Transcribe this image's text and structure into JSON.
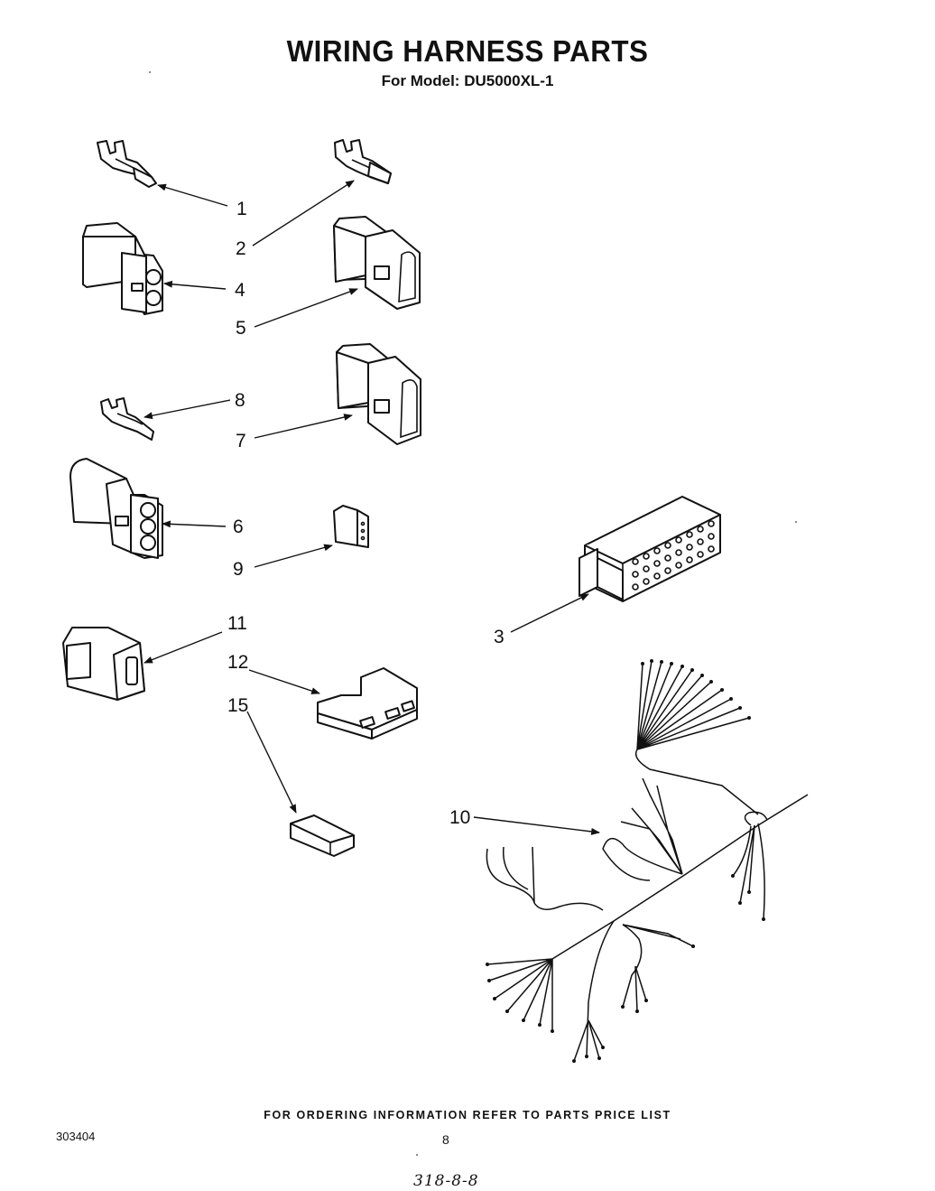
{
  "header": {
    "title": "WIRING HARNESS PARTS",
    "subtitle": "For Model: DU5000XL-1"
  },
  "callouts": [
    "1",
    "2",
    "3",
    "4",
    "5",
    "6",
    "7",
    "8",
    "9",
    "10",
    "11",
    "12",
    "15"
  ],
  "footer": {
    "note": "FOR ORDERING INFORMATION REFER TO PARTS PRICE LIST",
    "doc_number": "303404",
    "page_number": "8",
    "handwritten": "318-8-8"
  }
}
